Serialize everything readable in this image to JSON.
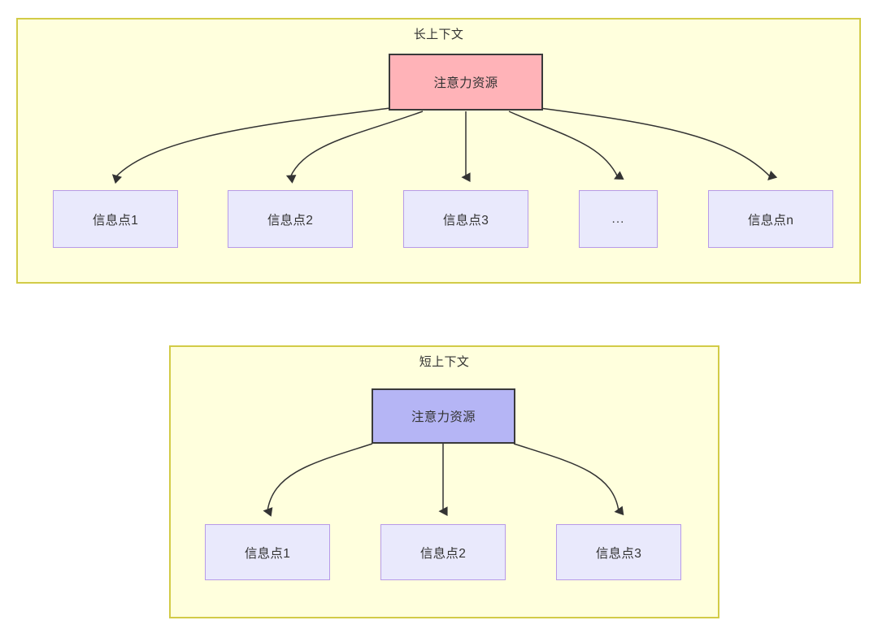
{
  "diagram": {
    "type": "flowchart",
    "groups": [
      {
        "id": "long-context",
        "title": "长上下文",
        "fill": "#ffffdd",
        "stroke": "#d2cb47",
        "root": {
          "label": "注意力资源",
          "fill": "#ffb3b8",
          "stroke": "#3a3a3a"
        },
        "children": [
          {
            "label": "信息点1",
            "fill": "#e9e9fc",
            "stroke": "#b79ae8"
          },
          {
            "label": "信息点2",
            "fill": "#e9e9fc",
            "stroke": "#b79ae8"
          },
          {
            "label": "信息点3",
            "fill": "#e9e9fc",
            "stroke": "#b79ae8"
          },
          {
            "label": "...",
            "fill": "#e9e9fc",
            "stroke": "#b79ae8"
          },
          {
            "label": "信息点n",
            "fill": "#e9e9fc",
            "stroke": "#b79ae8"
          }
        ]
      },
      {
        "id": "short-context",
        "title": "短上下文",
        "fill": "#ffffdd",
        "stroke": "#d2cb47",
        "root": {
          "label": "注意力资源",
          "fill": "#b5b5f5",
          "stroke": "#3a3a3a"
        },
        "children": [
          {
            "label": "信息点1",
            "fill": "#e9e9fc",
            "stroke": "#b79ae8"
          },
          {
            "label": "信息点2",
            "fill": "#e9e9fc",
            "stroke": "#b79ae8"
          },
          {
            "label": "信息点3",
            "fill": "#e9e9fc",
            "stroke": "#b79ae8"
          }
        ]
      }
    ],
    "edge_color": "#333333",
    "text_color": "#333333"
  }
}
